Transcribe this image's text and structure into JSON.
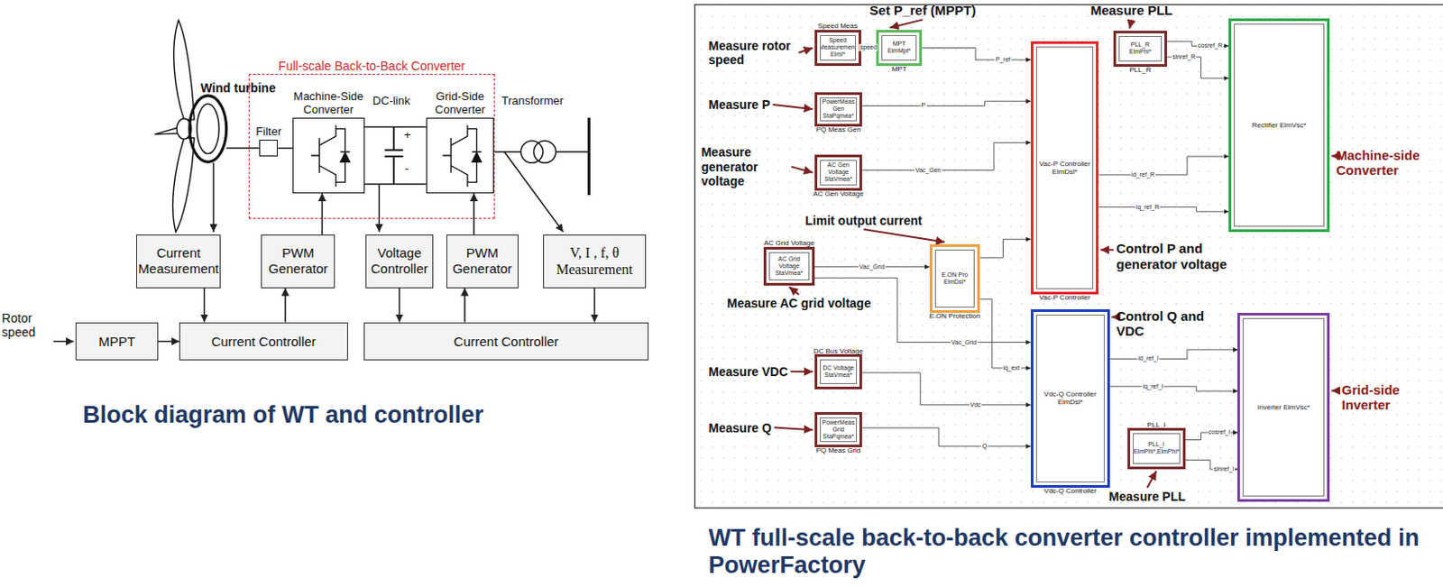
{
  "diagram": {
    "nodes": [
      {
        "text": [
          "Full-scale Back-to-Back Converter"
        ]
      },
      {
        "text": [
          "Filter"
        ],
        "in": 0
      },
      {
        "text": [
          "Machine-Side Converter"
        ],
        "in": 0
      },
      {
        "text": [
          "Grid-Side Converter"
        ],
        "in": 0
      },
      {
        "text": [
          "Current Measurement"
        ]
      },
      {
        "text": [
          "PWM Generator"
        ]
      },
      {
        "text": [
          "Voltage Controller"
        ]
      },
      {
        "text": [
          "PWM Generator"
        ]
      },
      {
        "text": [
          "V, I , f, θ Measurement"
        ]
      },
      {
        "text": [
          "MPPT"
        ]
      },
      {
        "text": [
          "Current Controller"
        ]
      },
      {
        "text": [
          "Current Controller"
        ]
      },
      {
        "text": [
          "Speed Meas",
          "Speed Measurement ElmI*"
        ]
      },
      {
        "text": [
          "MPT",
          "MPT ElmMpt*"
        ]
      },
      {
        "text": [
          "PQ Meas Gen",
          "PowerMeas Gen StaPqmea*"
        ]
      },
      {
        "text": [
          "AC Gen Voltage",
          "AC Gen Voltage StaVmea*"
        ]
      },
      {
        "text": [
          "E.ON Protection",
          "E.ON Pro ElmDsl*"
        ]
      },
      {
        "text": [
          "AC Grid Voltage",
          "AC Grid Voltage StaVmea*"
        ]
      },
      {
        "text": [
          "DC Bus Voltage",
          "DC Voltage StaVmea*"
        ]
      },
      {
        "text": [
          "PQ Meas Grid",
          "PowerMeas Grid StaPqmea*"
        ]
      },
      {
        "text": [
          "Vac-P Controller",
          "Vac-P Controller ElmDsl*"
        ]
      },
      {
        "text": [
          "Vdc-Q Controller",
          "Vdc-Q Controller ElmDsl*"
        ]
      },
      {
        "text": [
          "PLL_R",
          "PLL_R ElmPhi*"
        ]
      },
      {
        "text": [
          "PLL_I",
          "PLL_I ElmPhi*,ElmPhi*"
        ]
      },
      {
        "text": [
          "Rectifier ElmVsc*"
        ]
      },
      {
        "text": [
          "Inverter ElmVsc*"
        ]
      }
    ],
    "edges": [
      {
        "from": 4,
        "to": 10,
        "arrow": "to"
      },
      {
        "from": 10,
        "to": 5,
        "arrow": "to"
      },
      {
        "from": 5,
        "to": 2,
        "arrow": "to"
      },
      {
        "from": 9,
        "to": 10,
        "arrow": "to"
      },
      {
        "from": 6,
        "to": 11,
        "arrow": "to"
      },
      {
        "from": 11,
        "to": 7,
        "arrow": "to"
      },
      {
        "from": 7,
        "to": 3,
        "arrow": "to"
      },
      {
        "from": 8,
        "to": 11,
        "arrow": "to"
      },
      {
        "from": 12,
        "to": 13,
        "label": "speed",
        "arrow": "to"
      },
      {
        "from": 13,
        "to": 20,
        "label": "P_ref",
        "arrow": "to"
      },
      {
        "from": 14,
        "to": 20,
        "label": "P",
        "arrow": "to"
      },
      {
        "from": 15,
        "to": 20,
        "label": "Vac_Gen",
        "arrow": "to"
      },
      {
        "from": 17,
        "to": 16,
        "label": "Vac_Grid",
        "arrow": "to"
      },
      {
        "from": 16,
        "to": 20,
        "arrow": "to"
      },
      {
        "from": 16,
        "to": 21,
        "label": "iq_ext",
        "arrow": "to"
      },
      {
        "from": 17,
        "to": 21,
        "label": "Vac_Grid",
        "arrow": "to"
      },
      {
        "from": 18,
        "to": 21,
        "label": "Vdc",
        "arrow": "to"
      },
      {
        "from": 19,
        "to": 21,
        "label": "Q",
        "arrow": "to"
      },
      {
        "from": 20,
        "to": 24,
        "label": "id_ref_R",
        "arrow": "to"
      },
      {
        "from": 20,
        "to": 24,
        "label": "iq_ref_R",
        "arrow": "to"
      },
      {
        "from": 22,
        "to": 24,
        "label": "cosref_R",
        "arrow": "to"
      },
      {
        "from": 22,
        "to": 24,
        "label": "sinref_R",
        "arrow": "to"
      },
      {
        "from": 21,
        "to": 25,
        "label": "id_ref_I",
        "arrow": "to"
      },
      {
        "from": 21,
        "to": 25,
        "label": "iq_ref_I",
        "arrow": "to"
      },
      {
        "from": 23,
        "to": 25,
        "label": "cosref_I",
        "arrow": "to"
      },
      {
        "from": 23,
        "to": 25,
        "label": "sinref_I",
        "arrow": "to"
      }
    ],
    "labels": [
      "Wind turbine",
      "DC-link",
      "+",
      "-",
      "Transformer",
      "Rotor speed",
      "Block diagram of WT and controller",
      "Set P_ref (MPPT)",
      "Measure PLL",
      "Measure rotor speed",
      "Measure P",
      "Measure generator voltage",
      "Limit output current",
      "Measure AC grid voltage",
      "Measure VDC",
      "Measure Q",
      "Measure PLL",
      "Control P and generator voltage",
      "Control Q and VDC",
      "Machine-side Converter",
      "Grid-side Inverter",
      "WT full-scale back-to-back converter controller implemented in PowerFactory"
    ]
  }
}
